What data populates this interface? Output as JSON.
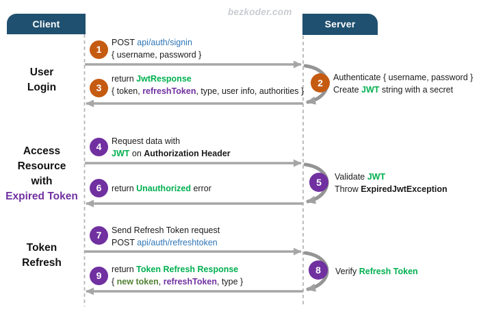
{
  "watermark": "bezkoder.com",
  "actors": {
    "client": "Client",
    "server": "Server"
  },
  "sections": {
    "user_login": {
      "lines": [
        [
          {
            "t": "User",
            "s": "n"
          }
        ],
        [
          {
            "t": "Login",
            "s": "n"
          }
        ]
      ]
    },
    "access_resource": {
      "lines": [
        [
          {
            "t": "Access",
            "s": "n"
          }
        ],
        [
          {
            "t": "Resource",
            "s": "n"
          }
        ],
        [
          {
            "t": "with",
            "s": "n"
          }
        ],
        [
          {
            "t": "Expired Token",
            "s": "purple"
          }
        ]
      ]
    },
    "token_refresh": {
      "lines": [
        [
          {
            "t": "Token",
            "s": "n"
          }
        ],
        [
          {
            "t": "Refresh",
            "s": "n"
          }
        ]
      ]
    }
  },
  "steps": {
    "s1": {
      "num": "1",
      "lines": [
        [
          {
            "t": "POST ",
            "s": "n"
          },
          {
            "t": "api/auth/signin",
            "s": "blue"
          }
        ],
        [
          {
            "t": "{ username, password }",
            "s": "n"
          }
        ]
      ]
    },
    "s2": {
      "num": "2",
      "lines": [
        [
          {
            "t": "Authenticate { username, password }",
            "s": "n"
          }
        ],
        [
          {
            "t": "Create ",
            "s": "n"
          },
          {
            "t": "JWT",
            "s": "green"
          },
          {
            "t": " string with a secret",
            "s": "n"
          }
        ]
      ]
    },
    "s3": {
      "num": "3",
      "lines": [
        [
          {
            "t": "return ",
            "s": "n"
          },
          {
            "t": "JwtResponse",
            "s": "green"
          }
        ],
        [
          {
            "t": "{ token, ",
            "s": "n"
          },
          {
            "t": "refreshToken",
            "s": "purple"
          },
          {
            "t": ", type, user info, authorities }",
            "s": "n"
          }
        ]
      ]
    },
    "s4": {
      "num": "4",
      "lines": [
        [
          {
            "t": "Request data with",
            "s": "n"
          }
        ],
        [
          {
            "t": "JWT",
            "s": "green"
          },
          {
            "t": " on ",
            "s": "n"
          },
          {
            "t": "Authorization Header",
            "s": "b"
          }
        ]
      ]
    },
    "s5": {
      "num": "5",
      "lines": [
        [
          {
            "t": "Validate ",
            "s": "n"
          },
          {
            "t": "JWT",
            "s": "green"
          }
        ],
        [
          {
            "t": "Throw ",
            "s": "n"
          },
          {
            "t": "ExpiredJwtException",
            "s": "b"
          }
        ]
      ]
    },
    "s6": {
      "num": "6",
      "lines": [
        [
          {
            "t": "return ",
            "s": "n"
          },
          {
            "t": "Unauthorized",
            "s": "green"
          },
          {
            "t": " error",
            "s": "n"
          }
        ]
      ]
    },
    "s7": {
      "num": "7",
      "lines": [
        [
          {
            "t": "Send Refresh Token request",
            "s": "n"
          }
        ],
        [
          {
            "t": "POST ",
            "s": "n"
          },
          {
            "t": "api/auth/refreshtoken",
            "s": "blue"
          }
        ]
      ]
    },
    "s8": {
      "num": "8",
      "lines": [
        [
          {
            "t": "Verify ",
            "s": "n"
          },
          {
            "t": "Refresh Token",
            "s": "green"
          }
        ]
      ]
    },
    "s9": {
      "num": "9",
      "lines": [
        [
          {
            "t": "return ",
            "s": "n"
          },
          {
            "t": "Token Refresh Response",
            "s": "green"
          }
        ],
        [
          {
            "t": "{ ",
            "s": "n"
          },
          {
            "t": "new token",
            "s": "dgreen"
          },
          {
            "t": ", ",
            "s": "n"
          },
          {
            "t": "refreshToken",
            "s": "purple"
          },
          {
            "t": ", type }",
            "s": "n"
          }
        ]
      ]
    }
  },
  "colors": {
    "header_bg": "#20506f",
    "orange": "#c55a11",
    "purple": "#7030a0",
    "green": "#00b050",
    "dark_green": "#538135",
    "link_blue": "#2e75b6",
    "arrow_gray": "#a6a6a6"
  }
}
